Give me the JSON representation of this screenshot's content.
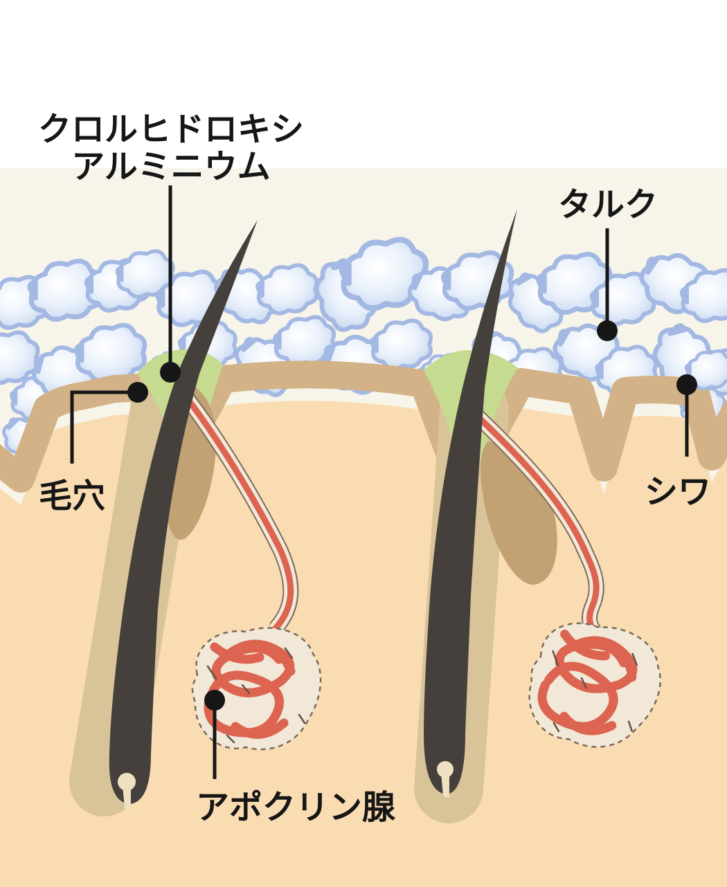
{
  "diagram": {
    "title_hint": "skin cross-section deodorant ingredients diagram",
    "labels": {
      "chlorohydroxy_aluminum_line1": "クロルヒドロキシ",
      "chlorohydroxy_aluminum_line2": "アルミニウム",
      "talc": "タルク",
      "pore": "毛穴",
      "wrinkle": "シワ",
      "apocrine_gland": "アポクリン腺"
    },
    "colors": {
      "background_top": "#ffffff",
      "background_cream": "#f7f4ea",
      "skin_surface_tan": "#d2b286",
      "skin_inner_peach": "#fadcb2",
      "follicle_sheath": "#d9c499",
      "sebaceous_gland": "#c2a173",
      "antiperspirant_green": "#c5dc90",
      "hair": "#45403c",
      "talc_particle_fill": "#dbe6f7",
      "talc_particle_edge": "#a3b8e2",
      "gland_red": "#dc6450",
      "duct_casing": "#f2e9d8",
      "label_ink": "#161616"
    }
  }
}
